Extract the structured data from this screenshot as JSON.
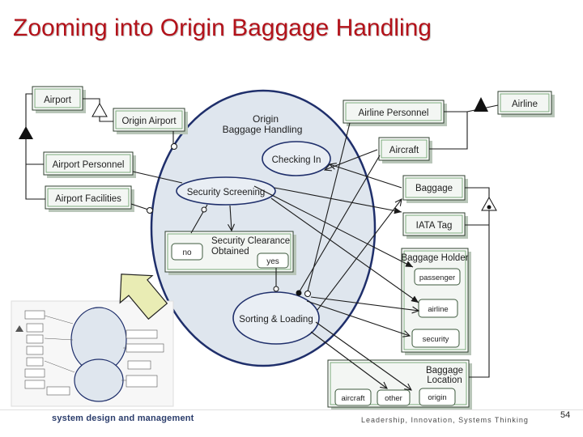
{
  "slide": {
    "title": "Zooming into Origin Baggage Handling",
    "page_number": "54",
    "footer_left": "system design and management",
    "footer_right": "Leadership, Innovation, Systems Thinking"
  },
  "colors": {
    "title": "#b3121a",
    "ellipse_fill": "#dfe6ee",
    "ellipse_stroke": "#1f2f6b",
    "box_border": "#2d3f2d",
    "box_inner": "#78a878",
    "pointer_arrow": "#e9ecb4"
  },
  "diagram": {
    "process": {
      "main": "Origin Baggage Handling",
      "main_line1": "Origin",
      "main_line2": "Baggage Handling",
      "checking_in": "Checking In",
      "security_screening": "Security Screening",
      "sorting_loading": "Sorting & Loading"
    },
    "objects": {
      "airport": "Airport",
      "origin_airport": "Origin Airport",
      "airport_personnel": "Airport Personnel",
      "airport_facilities": "Airport Facilities",
      "airline_personnel": "Airline Personnel",
      "airline": "Airline",
      "aircraft": "Aircraft",
      "baggage": "Baggage",
      "iata_tag": "IATA Tag"
    },
    "security_clearance": {
      "line1": "Security Clearance",
      "line2": "Obtained",
      "state_no": "no",
      "state_yes": "yes"
    },
    "baggage_holder": {
      "title": "Baggage Holder",
      "states": [
        "passenger",
        "airline",
        "security"
      ]
    },
    "baggage_location": {
      "line1": "Baggage",
      "line2": "Location",
      "states": [
        "aircraft",
        "other",
        "origin"
      ]
    }
  }
}
